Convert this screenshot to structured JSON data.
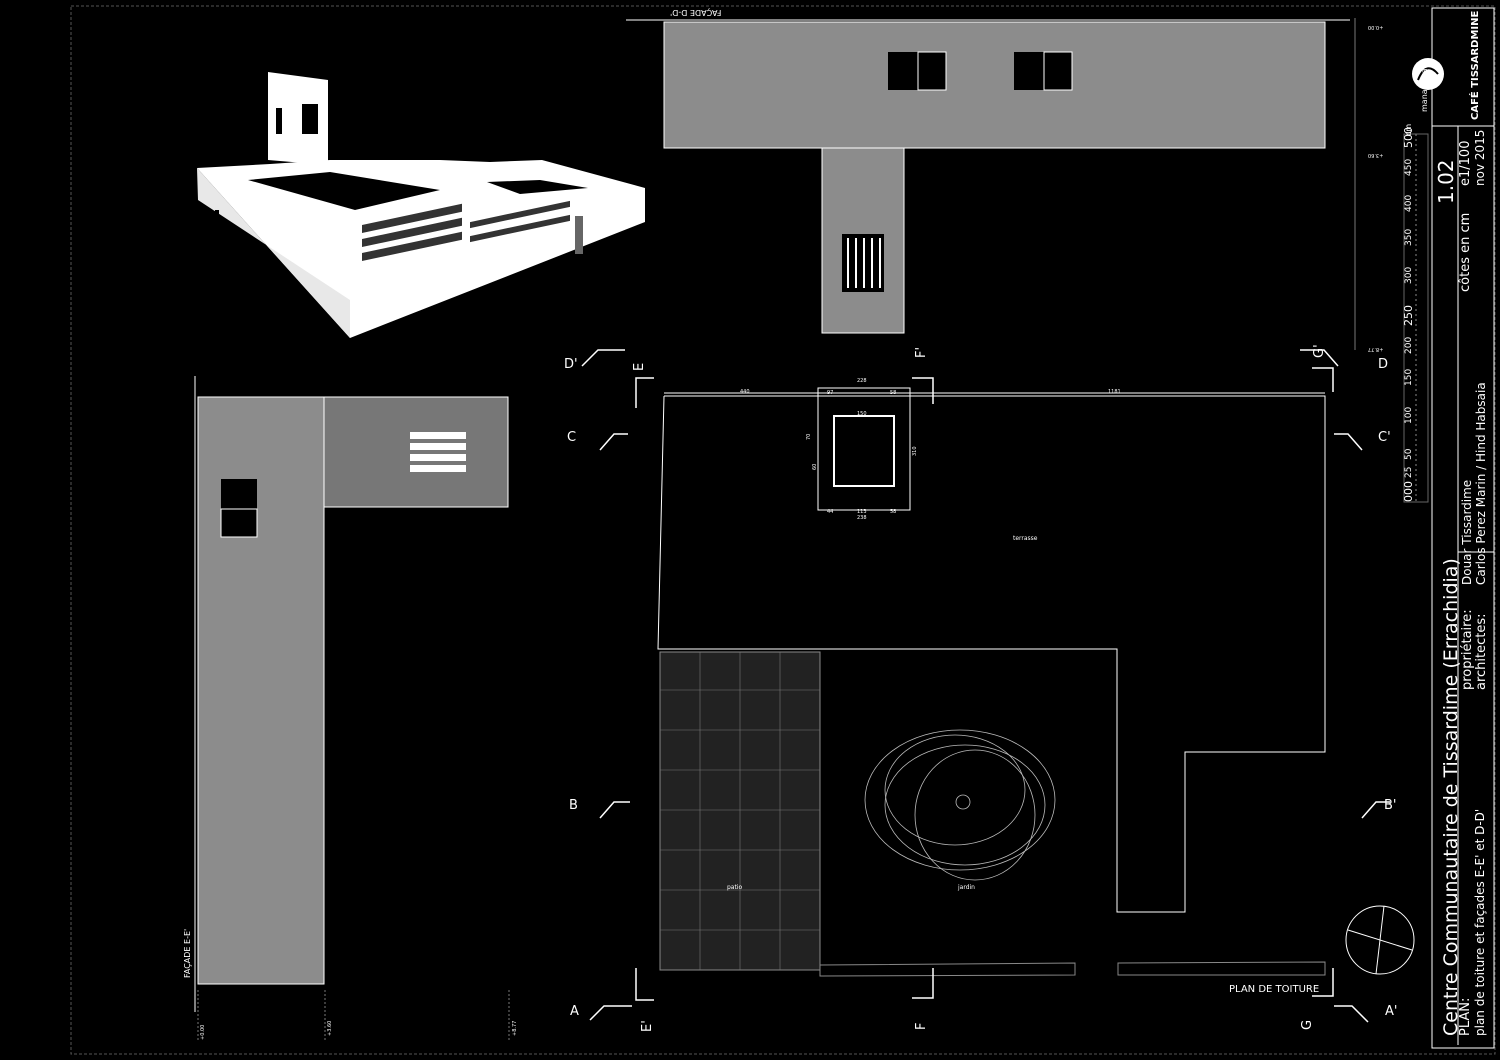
{
  "title_block": {
    "project": "Centre Communautaire de Tissardime (Errachidia)",
    "plan_label": "PLAN:",
    "plan_desc": "plan de toiture et façades E-E' et D-D'",
    "owner_label": "propriétaire:",
    "owner": "Douar Tissardime",
    "architects_label": "architectes:",
    "architects": "Carlos Perez Marin / Hind Habsaia",
    "sheet_no": "1.02",
    "scale": "e1/100",
    "units": "côtes en cm",
    "date": "nov 2015",
    "scale_bar": [
      "000",
      "25",
      "50",
      "100",
      "150",
      "200",
      "250",
      "300",
      "350",
      "400",
      "450",
      "500",
      "cm"
    ],
    "logo_text": "CAFÉ TISSARDMINE",
    "logo_sub": "manad draa"
  },
  "drawings": {
    "roof_plan": "PLAN DE TOITURE",
    "facade_ee": "FAÇADE E-E'",
    "facade_dd": "FAÇADE D-D'",
    "terrasse": "terrasse",
    "patio": "patio",
    "jardin": "jardin",
    "elev_dd": [
      "+0.00",
      "+3.60",
      "+8.77"
    ],
    "elev_ee": [
      "+0.00",
      "+3.60",
      "+8.77"
    ],
    "dim_top_left": "440",
    "dim_top_right": "1181",
    "tower_dims": [
      "228",
      "97",
      "58",
      "150",
      "113",
      "238",
      "44",
      "58",
      "310",
      "70",
      "60"
    ]
  },
  "section_marks": {
    "D_prime": "D'",
    "D": "D",
    "C": "C",
    "C_prime": "C'",
    "B": "B",
    "B_prime": "B'",
    "A": "A",
    "A_prime": "A'",
    "E": "E",
    "E_prime": "E'",
    "F": "F",
    "F_prime": "F'",
    "G": "G",
    "G_prime": "G'"
  },
  "colors": {
    "background": "#000000",
    "roof_fill": "#8c8c8c",
    "line": "#ffffff"
  }
}
